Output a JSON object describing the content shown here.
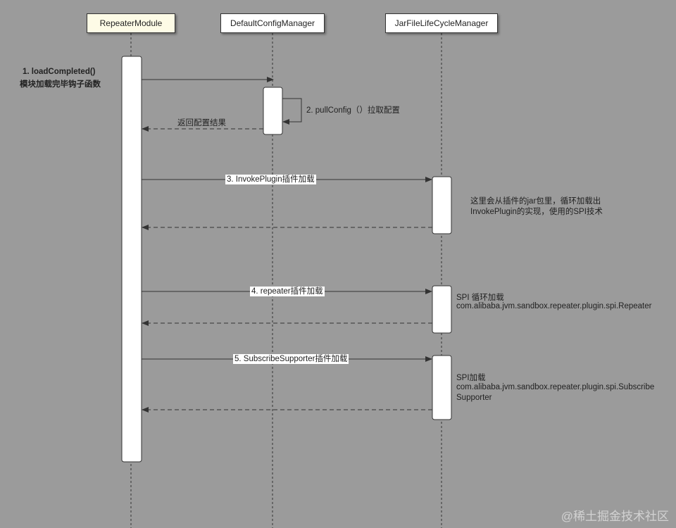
{
  "participants": {
    "repeater_module": "RepeaterModule",
    "config_manager": "DefaultConfigManager",
    "jar_manager": "JarFileLifeCycleManager"
  },
  "messages": {
    "step1_line1": "1. loadCompleted()",
    "step1_line2": "模块加载完毕钩子函数",
    "step2": "2. pullConfig（）拉取配置",
    "config_return": "返回配置结果",
    "step3": "3. InvokePlugin插件加载",
    "step4": "4. repeater插件加载",
    "step5": "5. SubscribeSupporter插件加载"
  },
  "notes": {
    "invoke_line1": "这里会从插件的jar包里，循环加载出",
    "invoke_line2": "InvokePlugin的实现，使用的SPI技术",
    "repeater_line1": "SPI 循环加载",
    "repeater_line2": "com.alibaba.jvm.sandbox.repeater.plugin.spi.Repeater",
    "subscribe_line1": "SPI加载",
    "subscribe_line2": "com.alibaba.jvm.sandbox.repeater.plugin.spi.Subscribe",
    "subscribe_line3": "Supporter"
  },
  "watermark": "@稀土掘金技术社区",
  "colors": {
    "background": "#9b9b9b",
    "participant_highlight": "#fdfbe6",
    "activation": "#ffffff",
    "line": "#333333"
  }
}
